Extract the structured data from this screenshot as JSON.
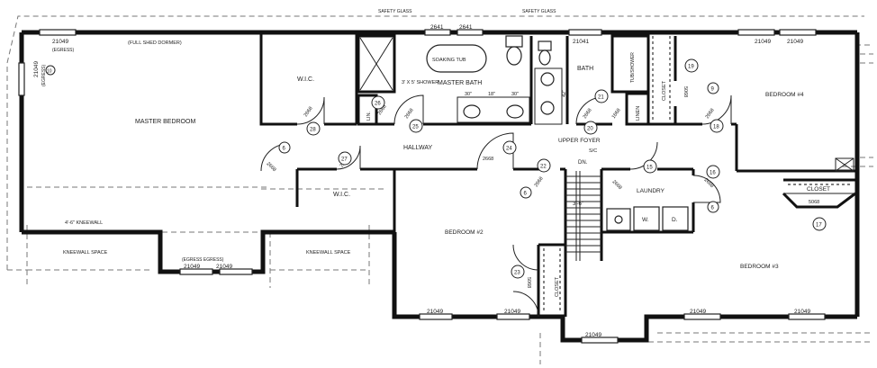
{
  "notes": {
    "glass_left": "SAFETY GLASS",
    "glass_right": "SAFETY GLASS",
    "full_shed_dormer": "(FULL SHED DORMER)",
    "egress_left": "(EGRESS)",
    "egress_left_side": "(EGRESS)",
    "egress_bottom": "(EGRESS EGRESS)",
    "kneewall_height": "4'-6\" KNEEWALL",
    "shower_size": "3' X 5' SHOWER",
    "stair_width": "3'-6\"",
    "stair_dn": "DN.",
    "tub_shower": "TUB/SHOWER"
  },
  "rooms": {
    "master_bedroom": "MASTER BEDROOM",
    "wic_top": "W.I.C.",
    "master_bath": "MASTER BATH",
    "soaking_tub": "SOAKING TUB",
    "bath": "BATH",
    "bedroom4": "BEDROOM #4",
    "hallway": "HALLWAY",
    "upper_foyer": "UPPER FOYER",
    "wic_bottom": "W.I.C.",
    "bedroom2": "BEDROOM #2",
    "laundry": "LAUNDRY",
    "washer": "W.",
    "dryer": "D.",
    "bedroom3": "BEDROOM #3",
    "closet_b3": "CLOSET",
    "closet_b2": "CLOSET",
    "closet_b4": "CLOSET",
    "linen1": "LIN.",
    "linen2": "LINEN",
    "kneewall_space_left": "KNEEWALL SPACE",
    "kneewall_space_mid": "KNEEWALL SPACE"
  },
  "window_labels": {
    "top_left": "21049",
    "top_2641a": "2641",
    "top_2641b": "2641",
    "top_21041": "21041",
    "top_r1": "21049",
    "top_r2": "21049",
    "left_side": "21049",
    "bottom_egress": "21049",
    "bottom_egress2": "21049",
    "b2_1": "21049",
    "b2_2": "21049",
    "bottom_mid": "21049",
    "b3_1": "21049",
    "b3_2": "21049"
  },
  "dims": {
    "lav1": "30\"",
    "lav_gap": "18\"",
    "lav2": "30\"",
    "vanity_depth": "42\""
  },
  "door_labels": {
    "d2668_a": "2668",
    "d2668_b": "2668",
    "d2668_c": "2668",
    "d2668_d": "2668",
    "d2668_e": "2668",
    "d2668_f": "2668",
    "d2668_g": "2668",
    "d2668_h": "2668",
    "d2668_i": "2668",
    "d2668_j": "2668",
    "d2668_k": "2668",
    "d5068_a": "5068",
    "d5068_b": "5068",
    "d5068_c": "5068",
    "d1668": "1668"
  },
  "tags": {
    "t6a": "6",
    "t6b": "6",
    "t6c": "6",
    "t9": "9",
    "t15": "15",
    "t16": "16",
    "t17": "17",
    "t18": "18",
    "t19": "19",
    "t20": "20",
    "t21": "21",
    "t22": "22",
    "t23": "23",
    "t24": "24",
    "t25": "25",
    "t26": "26",
    "t27": "27",
    "t28": "28",
    "t10": "10",
    "sc": "S/C"
  }
}
